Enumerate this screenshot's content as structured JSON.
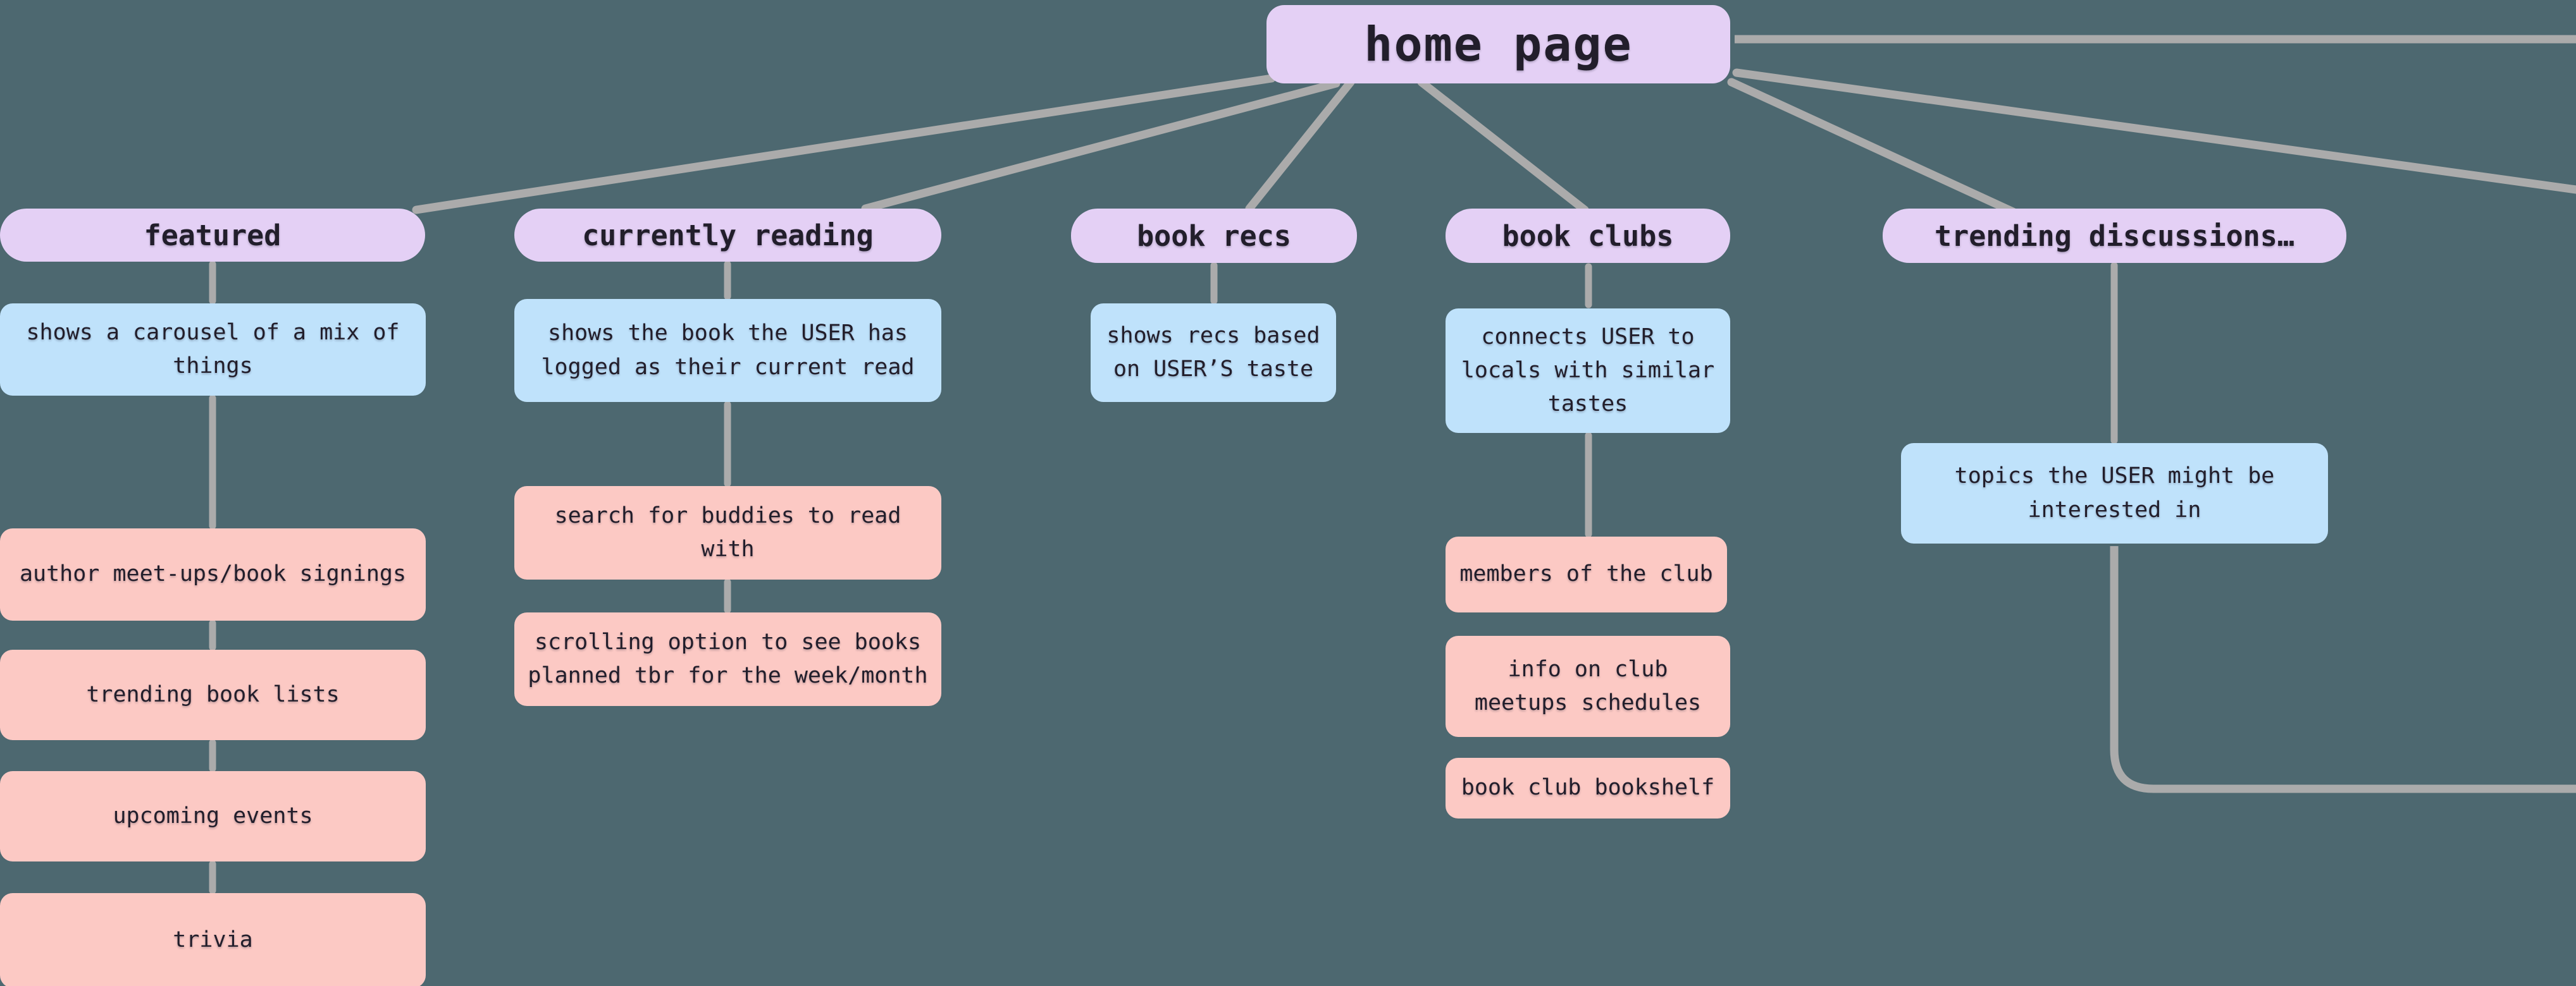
{
  "colors": {
    "background": "#4d6870",
    "branch_node": "#e4d0f5",
    "info_node": "#bfe2fb",
    "feature_node": "#fcc9c4",
    "edge": "#ababab",
    "text": "#221e2b"
  },
  "root": {
    "label": "home page"
  },
  "branches": [
    {
      "label": "featured",
      "children": [
        {
          "type": "info",
          "text": "shows a carousel of a mix of\nthings"
        },
        {
          "type": "feature",
          "text": "author meet-ups/book signings"
        },
        {
          "type": "feature",
          "text": "trending book lists"
        },
        {
          "type": "feature",
          "text": "upcoming events"
        },
        {
          "type": "feature",
          "text": "trivia"
        }
      ]
    },
    {
      "label": "currently reading",
      "children": [
        {
          "type": "info",
          "text": "shows the book the USER has\nlogged as their current read"
        },
        {
          "type": "feature",
          "text": "search for buddies to read\nwith"
        },
        {
          "type": "feature",
          "text": "scrolling option to see books\nplanned tbr for the week/month"
        }
      ]
    },
    {
      "label": "book recs",
      "children": [
        {
          "type": "info",
          "text": "shows recs based\non USER’S taste"
        }
      ]
    },
    {
      "label": "book clubs",
      "children": [
        {
          "type": "info",
          "text": "connects USER to\nlocals with similar\ntastes"
        },
        {
          "type": "feature",
          "text": "members of the club"
        },
        {
          "type": "feature",
          "text": "info on club\nmeetups schedules"
        },
        {
          "type": "feature",
          "text": "book club bookshelf"
        }
      ]
    },
    {
      "label": "trending discussions…",
      "children": [
        {
          "type": "info",
          "text": "topics the USER might be\ninterested in"
        }
      ]
    }
  ]
}
